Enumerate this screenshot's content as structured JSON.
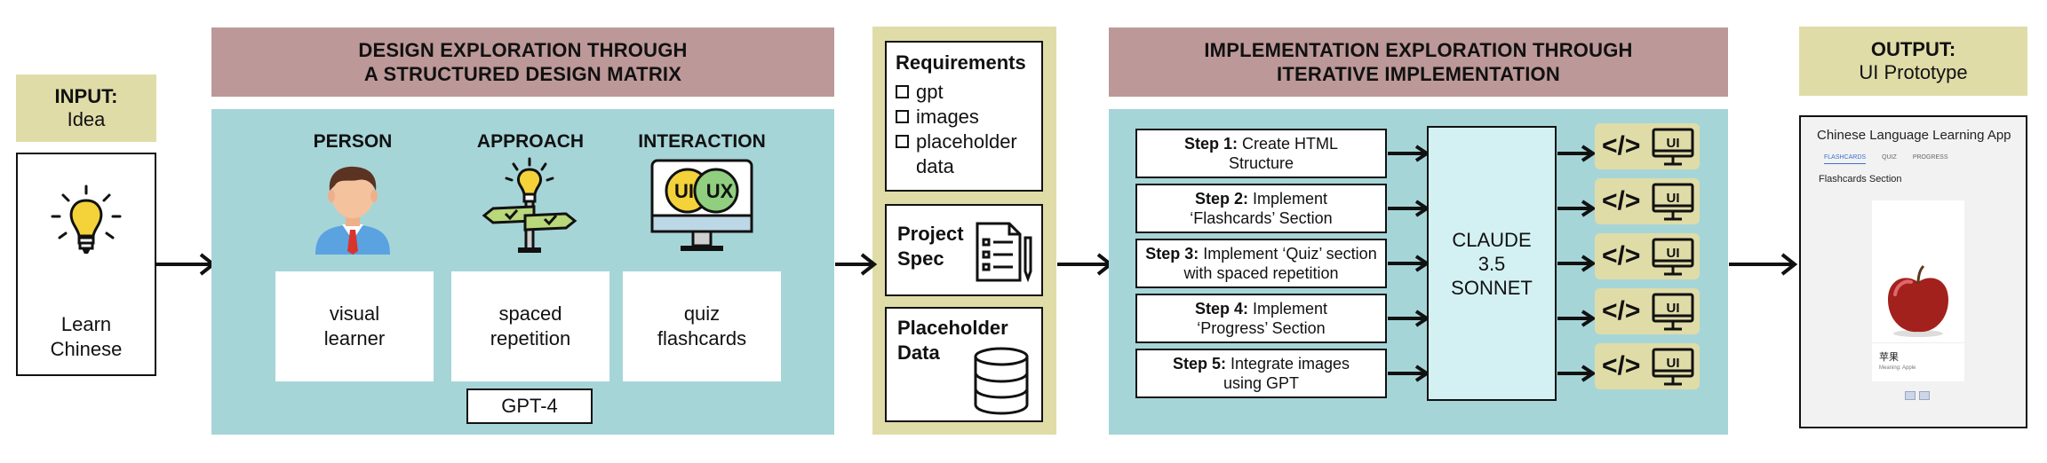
{
  "input": {
    "header_bold": "INPUT:",
    "header_text": "Idea",
    "idea": "Learn Chinese"
  },
  "design": {
    "title": [
      "DESIGN EXPLORATION THROUGH",
      "A STRUCTURED DESIGN MATRIX"
    ],
    "columns": [
      {
        "heading": "PERSON",
        "value": "visual learner",
        "icon": "person-icon"
      },
      {
        "heading": "APPROACH",
        "value": "spaced repetition",
        "icon": "signpost-icon"
      },
      {
        "heading": "INTERACTION",
        "value": "quiz flashcards",
        "icon": "ui-ux-monitor-icon"
      }
    ],
    "ui_label": "UI",
    "ux_label": "UX",
    "model": "GPT-4"
  },
  "spec": {
    "requirements_title": "Requirements",
    "requirements": [
      "gpt",
      "images",
      "placeholder data"
    ],
    "project_spec": "Project Spec",
    "placeholder_data": "Placeholder Data"
  },
  "implementation": {
    "title": [
      "IMPLEMENTATION EXPLORATION THROUGH",
      "ITERATIVE IMPLEMENTATION"
    ],
    "steps": [
      {
        "bold": "Step 1:",
        "text": " Create HTML Structure"
      },
      {
        "bold": "Step 2:",
        "text": " Implement ‘Flashcards’ Section"
      },
      {
        "bold": "Step 3:",
        "text": " Implement ‘Quiz’ section with spaced repetition"
      },
      {
        "bold": "Step 4:",
        "text": " Implement ‘Progress’ Section"
      },
      {
        "bold": "Step 5:",
        "text": " Integrate images using GPT"
      }
    ],
    "model": [
      "CLAUDE",
      "3.5",
      "SONNET"
    ],
    "code_symbol": "</>",
    "ui_label": "UI"
  },
  "output": {
    "header_bold": "OUTPUT:",
    "header_text": "UI Prototype",
    "app_title": "Chinese Language Learning App",
    "tabs": [
      "FLASHCARDS",
      "QUIZ",
      "PROGRESS"
    ],
    "section": "Flashcards Section",
    "card_word": "苹果",
    "card_meaning": "Meaning: Apple"
  },
  "colors": {
    "tan": "#e0dca8",
    "rose": "#bd9898",
    "teal": "#a6d5d8",
    "claude": "#d3f1f3"
  }
}
